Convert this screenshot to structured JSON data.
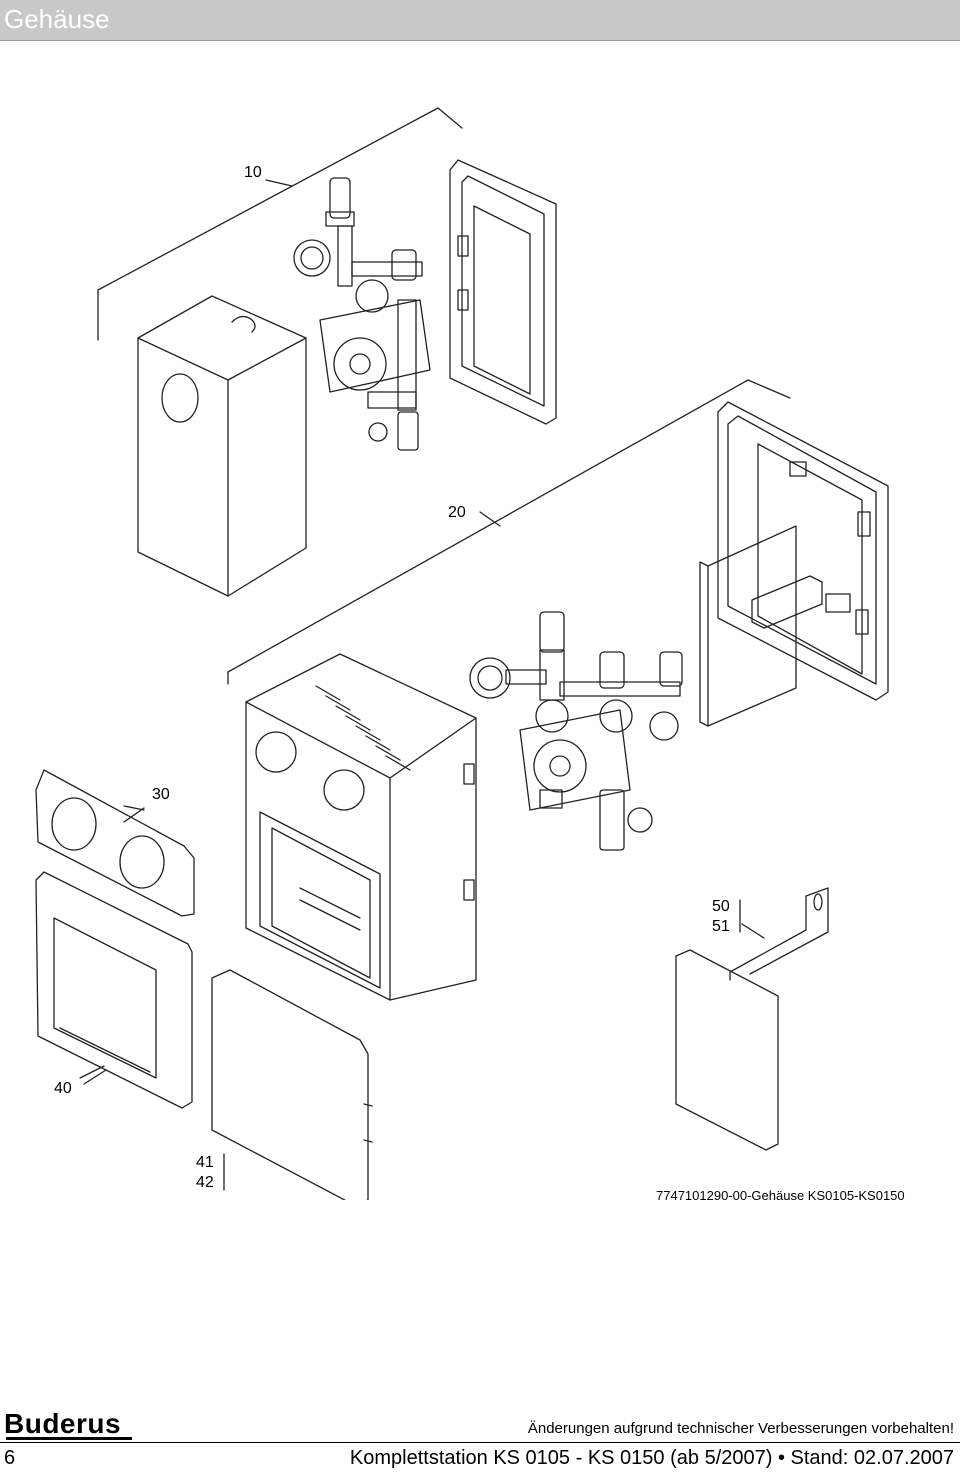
{
  "header": {
    "title": "Gehäuse"
  },
  "callouts": {
    "c10": "10",
    "c20": "20",
    "c30": "30",
    "c40": "40",
    "c41": "41",
    "c42": "42",
    "c50": "50",
    "c51": "51"
  },
  "drawing_reference": "7747101290-00-Gehäuse KS0105-KS0150",
  "footer": {
    "brand": "Buderus",
    "notice": "Änderungen aufgrund technischer Verbesserungen vorbehalten!",
    "page_number": "6",
    "document_title": "Komplettstation KS 0105 - KS 0150 (ab 5/2007) • Stand: 02.07.2007"
  }
}
